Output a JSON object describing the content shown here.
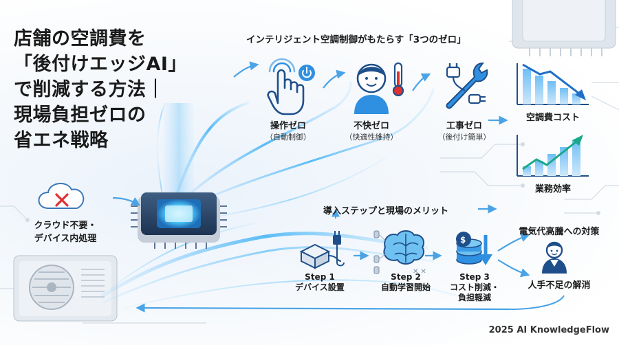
{
  "title": {
    "lines": [
      "店舗の空調費を",
      "「後付けエッジAI」",
      "で削減する方法｜",
      "現場負担ゼロの",
      "省エネ戦略"
    ]
  },
  "zeros": {
    "heading": "インテリジェント空調制御がもたらす「3つのゼロ」",
    "items": [
      {
        "label": "操作ゼロ",
        "sub": "（自動制御）",
        "icon": "touch-hand-power-icon"
      },
      {
        "label": "不快ゼロ",
        "sub": "（快適性維持）",
        "icon": "person-thermometer-icon"
      },
      {
        "label": "工事ゼロ",
        "sub": "（後付け簡単）",
        "icon": "wrench-plug-icon"
      }
    ]
  },
  "kpis": [
    {
      "label": "空調費コスト",
      "trend": "down",
      "icon": "cost-down-chart-icon"
    },
    {
      "label": "業務効率",
      "trend": "up",
      "icon": "efficiency-up-chart-icon"
    }
  ],
  "cloud": {
    "label_line1": "クラウド不要・",
    "label_line2": "デバイス内処理",
    "icon": "cloud-cross-icon"
  },
  "steps": {
    "heading": "導入ステップと現場のメリット",
    "items": [
      {
        "title": "Step 1",
        "desc1": "デバイス設置",
        "desc2": "",
        "icon": "edge-device-icon"
      },
      {
        "title": "Step 2",
        "desc1": "自動学習開始",
        "desc2": "",
        "icon": "brain-network-icon"
      },
      {
        "title": "Step 3",
        "desc1": "コスト削減・",
        "desc2": "負担軽減",
        "icon": "coins-down-icon"
      }
    ]
  },
  "benefits": {
    "top": "電気代高騰への対策",
    "bottom": "人手不足の解消",
    "icon": "staff-person-icon"
  },
  "credit": "2025 AI KnowledgeFlow",
  "colors": {
    "accent": "#2f8fe0",
    "dark_blue": "#1f4f8a",
    "red": "#e03030",
    "ink": "#1a1a1a"
  }
}
